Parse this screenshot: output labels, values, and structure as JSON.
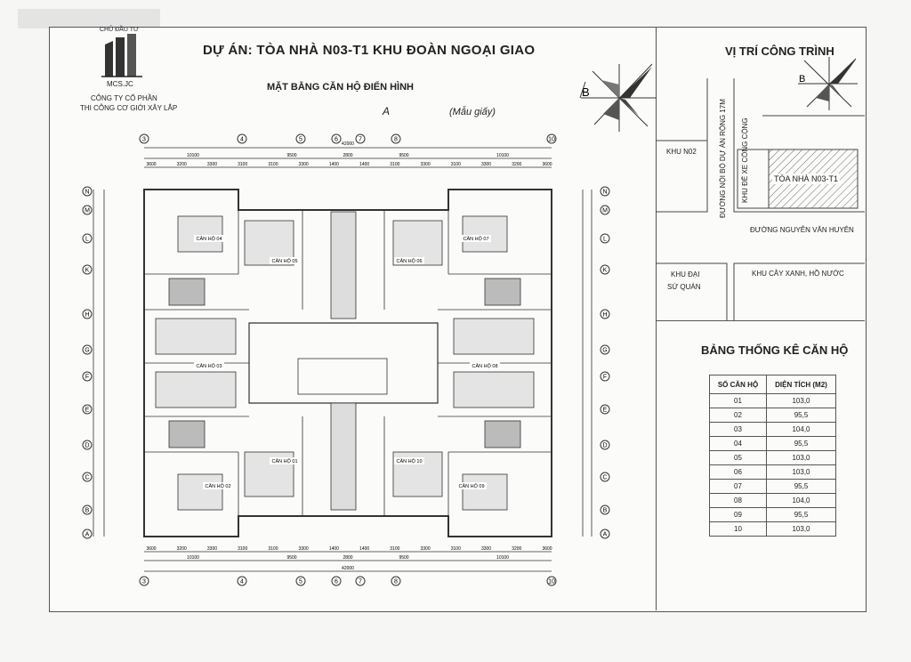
{
  "logo": {
    "top_text": "CHỦ ĐẦU TƯ",
    "name": "MCS.JC",
    "company_line1": "CÔNG TY CỔ PHẦN",
    "company_line2": "THI CÔNG CƠ GIỚI XÂY LẮP"
  },
  "header": {
    "title": "DỰ ÁN: TÒA NHÀ N03-T1 KHU ĐOÀN NGOẠI GIAO",
    "subtitle": "MẶT BẰNG CĂN HỘ ĐIỂN HÌNH"
  },
  "handwriting": {
    "note1": "A",
    "note2": "(Mẫu giấy)"
  },
  "compass_label": "B",
  "plan": {
    "grid_top": [
      "3",
      "4",
      "5",
      "6",
      "7",
      "8",
      "10"
    ],
    "grid_bottom": [
      "3",
      "4",
      "5",
      "6",
      "7",
      "8",
      "10"
    ],
    "grid_left": [
      "N",
      "M",
      "L",
      "K",
      "H",
      "G",
      "F",
      "E",
      "D",
      "C",
      "B",
      "A"
    ],
    "dim_total": "42000",
    "dims_upper": [
      "10100",
      "9500",
      "2800",
      "9500",
      "10100"
    ],
    "dims_lower": [
      "3600",
      "3200",
      "3300",
      "3100",
      "3100",
      "3300",
      "1400",
      "1400",
      "3100",
      "3300",
      "3100",
      "3300",
      "3200",
      "3600"
    ],
    "units": [
      {
        "label": "CĂN HỘ 04"
      },
      {
        "label": "CĂN HỘ 05"
      },
      {
        "label": "CĂN HỘ 06"
      },
      {
        "label": "CĂN HỘ 07"
      },
      {
        "label": "CĂN HỘ 03"
      },
      {
        "label": "CĂN HỘ 08"
      },
      {
        "label": "CĂN HỘ 02"
      },
      {
        "label": "CĂN HỘ 01"
      },
      {
        "label": "CĂN HỘ 10"
      },
      {
        "label": "CĂN HỘ 09"
      }
    ]
  },
  "location": {
    "title": "VỊ TRÍ CÔNG TRÌNH",
    "khu_n02": "KHU N02",
    "road_vertical": "ĐƯỜNG NỘI BỘ DỰ ÁN RỘNG 17M",
    "parking": "KHU ĐỂ XE CÔNG CỘNG",
    "building": "TÒA NHÀ N03-T1",
    "road_horizontal": "ĐƯỜNG NGUYỄN VĂN HUYÊN",
    "embassy_line1": "KHU ĐẠI",
    "embassy_line2": "SỨ QUÁN",
    "green": "KHU CÂY XANH, HỒ NƯỚC"
  },
  "stats": {
    "title": "BẢNG THỐNG KÊ CĂN HỘ",
    "headers": [
      "SỐ CĂN HỘ",
      "DIỆN TÍCH (M2)"
    ],
    "rows": [
      [
        "01",
        "103,0"
      ],
      [
        "02",
        "95,5"
      ],
      [
        "03",
        "104,0"
      ],
      [
        "04",
        "95,5"
      ],
      [
        "05",
        "103,0"
      ],
      [
        "06",
        "103,0"
      ],
      [
        "07",
        "95,5"
      ],
      [
        "08",
        "104,0"
      ],
      [
        "09",
        "95,5"
      ],
      [
        "10",
        "103,0"
      ]
    ]
  }
}
